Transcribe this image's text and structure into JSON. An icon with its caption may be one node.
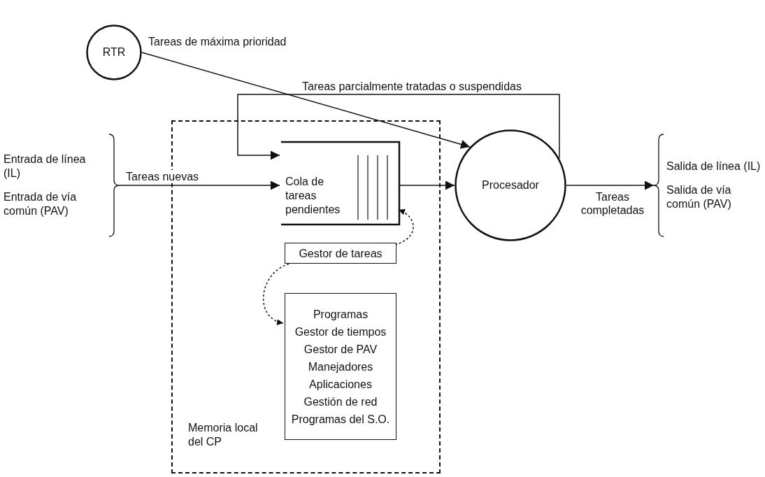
{
  "diagram": {
    "nodes": [
      {
        "text": [
          "RTR"
        ]
      },
      {
        "text": [
          "Memoria local del CP"
        ]
      },
      {
        "text": [
          "Cola de tareas pendientes"
        ],
        "in": 1
      },
      {
        "text": [
          "Gestor de tareas"
        ],
        "in": 1
      },
      {
        "text": [
          "Programas",
          "Gestor de tiempos",
          "Gestor de PAV",
          "Manejadores",
          "Aplicaciones",
          "Gestión de red",
          "Programas del S.O."
        ],
        "in": 1
      },
      {
        "text": [
          "Procesador"
        ]
      },
      {
        "text": [
          "Entrada de línea (IL)",
          "Entrada de vía común (PAV)"
        ]
      },
      {
        "text": [
          "Salida de línea (IL)",
          "Salida de vía común (PAV)"
        ]
      }
    ],
    "edges": [
      {
        "from": 6,
        "to": 2,
        "arrow": "to",
        "label": "Tareas nuevas"
      },
      {
        "from": 2,
        "to": 5,
        "arrow": "to"
      },
      {
        "from": 0,
        "to": 5,
        "arrow": "to",
        "label": "Tareas de máxima prioridad"
      },
      {
        "from": 5,
        "to": 2,
        "arrow": "to",
        "label": "Tareas parcialmente tratadas o suspendidas"
      },
      {
        "from": 3,
        "to": 2,
        "arrow": "to",
        "style": "dashed"
      },
      {
        "from": 3,
        "to": 4,
        "arrow": "to",
        "style": "dashed"
      },
      {
        "from": 5,
        "to": 7,
        "arrow": "to",
        "label": "Tareas completadas"
      }
    ]
  }
}
